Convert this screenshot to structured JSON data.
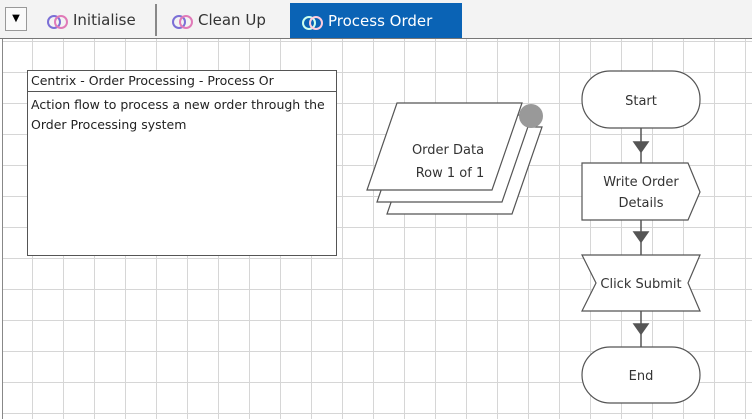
{
  "tabs": [
    {
      "label": "Initialise",
      "active": false
    },
    {
      "label": "Clean Up",
      "active": false
    },
    {
      "label": "Process Order",
      "active": true
    }
  ],
  "note": {
    "title": "Centrix - Order Processing - Process Or",
    "description": "Action flow to process a new order through the Order Processing system"
  },
  "collection": {
    "name": "Order Data",
    "row": "Row 1 of 1"
  },
  "stages": {
    "start": "Start",
    "write": [
      "Write Order",
      "Details"
    ],
    "navigate": "Click Submit",
    "end": "End"
  },
  "colors": {
    "active_tab": "#0a63b5"
  }
}
